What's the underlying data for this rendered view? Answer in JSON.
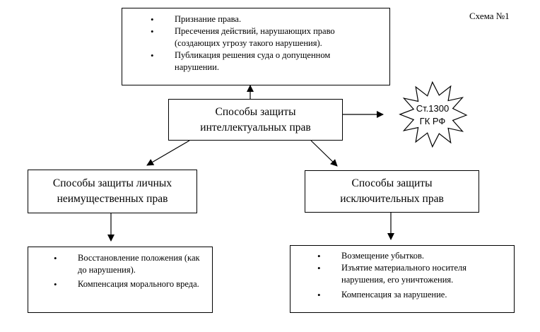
{
  "scheme_label": "Схема №1",
  "top_box": {
    "items": [
      "Признание права.",
      "Пресечения действий, нарушающих право (создающих угрозу такого нарушения).",
      "Публикация решения суда о допущенном нарушении."
    ]
  },
  "center_box": {
    "line1": "Способы защиты",
    "line2": "интеллектуальных прав"
  },
  "star": {
    "line1": "Ст.1300",
    "line2": "ГК РФ"
  },
  "left_box": {
    "line1": "Способы защиты личных",
    "line2": "неимущественных прав"
  },
  "right_box": {
    "line1": "Способы защиты",
    "line2": "исключительных прав"
  },
  "left_bottom": {
    "items": [
      "Восстановление положения (как до нарушения).",
      "Компенсация морального вреда."
    ]
  },
  "right_bottom": {
    "items": [
      "Возмещение убытков.",
      "Изъятие материального носителя нарушения, его уничтожения.",
      "Компенсация за нарушение."
    ]
  }
}
